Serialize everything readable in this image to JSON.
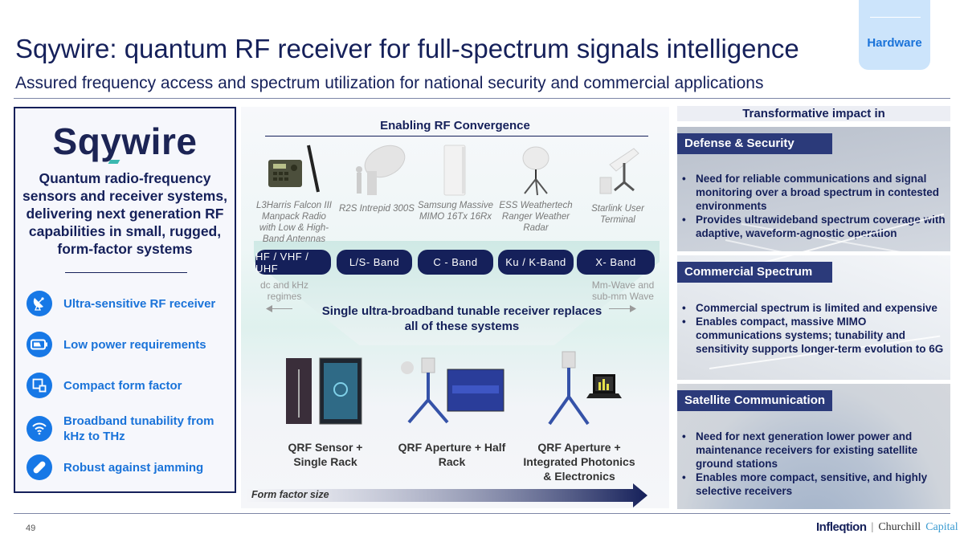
{
  "header": {
    "tag": "Hardware",
    "title": "Sqywire: quantum RF receiver for full-spectrum signals intelligence",
    "subtitle": "Assured frequency access and spectrum utilization for national security and commercial applications"
  },
  "left_panel": {
    "brand": "Sqywire",
    "tagline": "Quantum radio-frequency sensors and receiver systems, delivering next generation RF capabilities in small, rugged, form-factor systems",
    "features": [
      {
        "icon": "satellite-dish-icon",
        "label": "Ultra-sensitive RF receiver"
      },
      {
        "icon": "battery-icon",
        "label": "Low power requirements"
      },
      {
        "icon": "compact-squares-icon",
        "label": "Compact form factor"
      },
      {
        "icon": "wifi-icon",
        "label": "Broadband tunability from kHz to THz"
      },
      {
        "icon": "bandage-icon",
        "label": "Robust against jamming"
      }
    ]
  },
  "center": {
    "title": "Enabling RF Convergence",
    "devices": [
      {
        "name": "L3Harris Falcon III Manpack Radio with Low & High-Band Antennas"
      },
      {
        "name": "R2S Intrepid 300S"
      },
      {
        "name": "Samsung Massive MIMO 16Tx 16Rx"
      },
      {
        "name": "ESS Weathertech Ranger Weather Radar"
      },
      {
        "name": "Starlink User Terminal"
      }
    ],
    "bands": [
      "HF / VHF / UHF",
      "L/S- Band",
      "C -  Band",
      "Ku /  K-Band",
      "X- Band"
    ],
    "regime_left": "dc and kHz regimes",
    "regime_right": "Mm-Wave and sub-mm Wave",
    "single_receiver": "Single ultra-broadband tunable receiver replaces all of these systems",
    "products": [
      "QRF Sensor + Single Rack",
      "QRF Aperture + Half Rack",
      "QRF Aperture + Integrated Photonics & Electronics"
    ],
    "form_factor_label": "Form factor size"
  },
  "right_panel": {
    "title": "Transformative impact in",
    "cards": [
      {
        "heading": "Defense & Security",
        "bullets": [
          "Need for reliable communications and signal monitoring over a broad spectrum in contested environments",
          "Provides ultrawideband spectrum coverage with adaptive, waveform-agnostic operation"
        ]
      },
      {
        "heading": "Commercial Spectrum",
        "bullets": [
          "Commercial spectrum is limited and expensive",
          "Enables compact, massive MIMO communications systems; tunability and sensitivity supports longer-term evolution to 6G"
        ]
      },
      {
        "heading": "Satellite Communication",
        "bullets": [
          "Need for next generation lower power and maintenance receivers for existing satellite ground stations",
          "Enables more compact, sensitive, and highly selective receivers"
        ]
      }
    ]
  },
  "footer": {
    "page_number": "49",
    "logo_primary": "Infleqtion",
    "logo_separator": "|",
    "logo_secondary_a": "Churchill",
    "logo_secondary_b": "Capital"
  },
  "colors": {
    "navy": "#15205a",
    "accent_blue": "#1778e6",
    "tag_bg": "#cce4fb",
    "card_header": "#2b3a7a"
  }
}
